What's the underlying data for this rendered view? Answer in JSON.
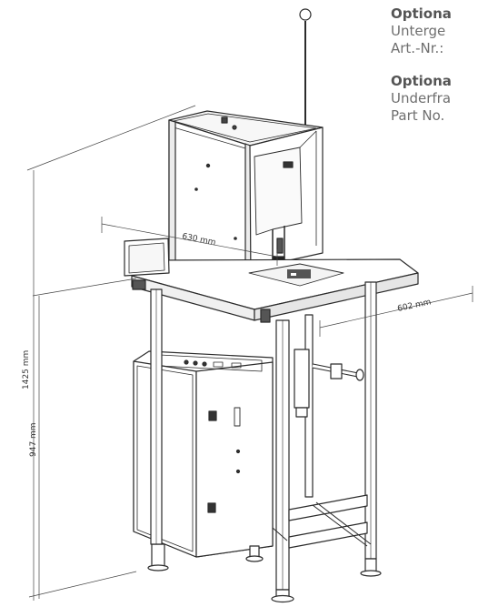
{
  "info": {
    "de": {
      "heading": "Optiona",
      "line1": "Unterge",
      "line2": "Art.-Nr.:"
    },
    "en": {
      "heading": "Optiona",
      "line1": "Underfra",
      "line2": "Part No."
    }
  },
  "dimensions": {
    "width": "630 mm",
    "depth": "602 mm",
    "total_height": "1425 mm",
    "table_height": "947 mm"
  },
  "colors": {
    "line": "#2b2b2b",
    "dim": "#444444",
    "light": "#f4f4f4",
    "text_muted": "#6f6f6f"
  }
}
